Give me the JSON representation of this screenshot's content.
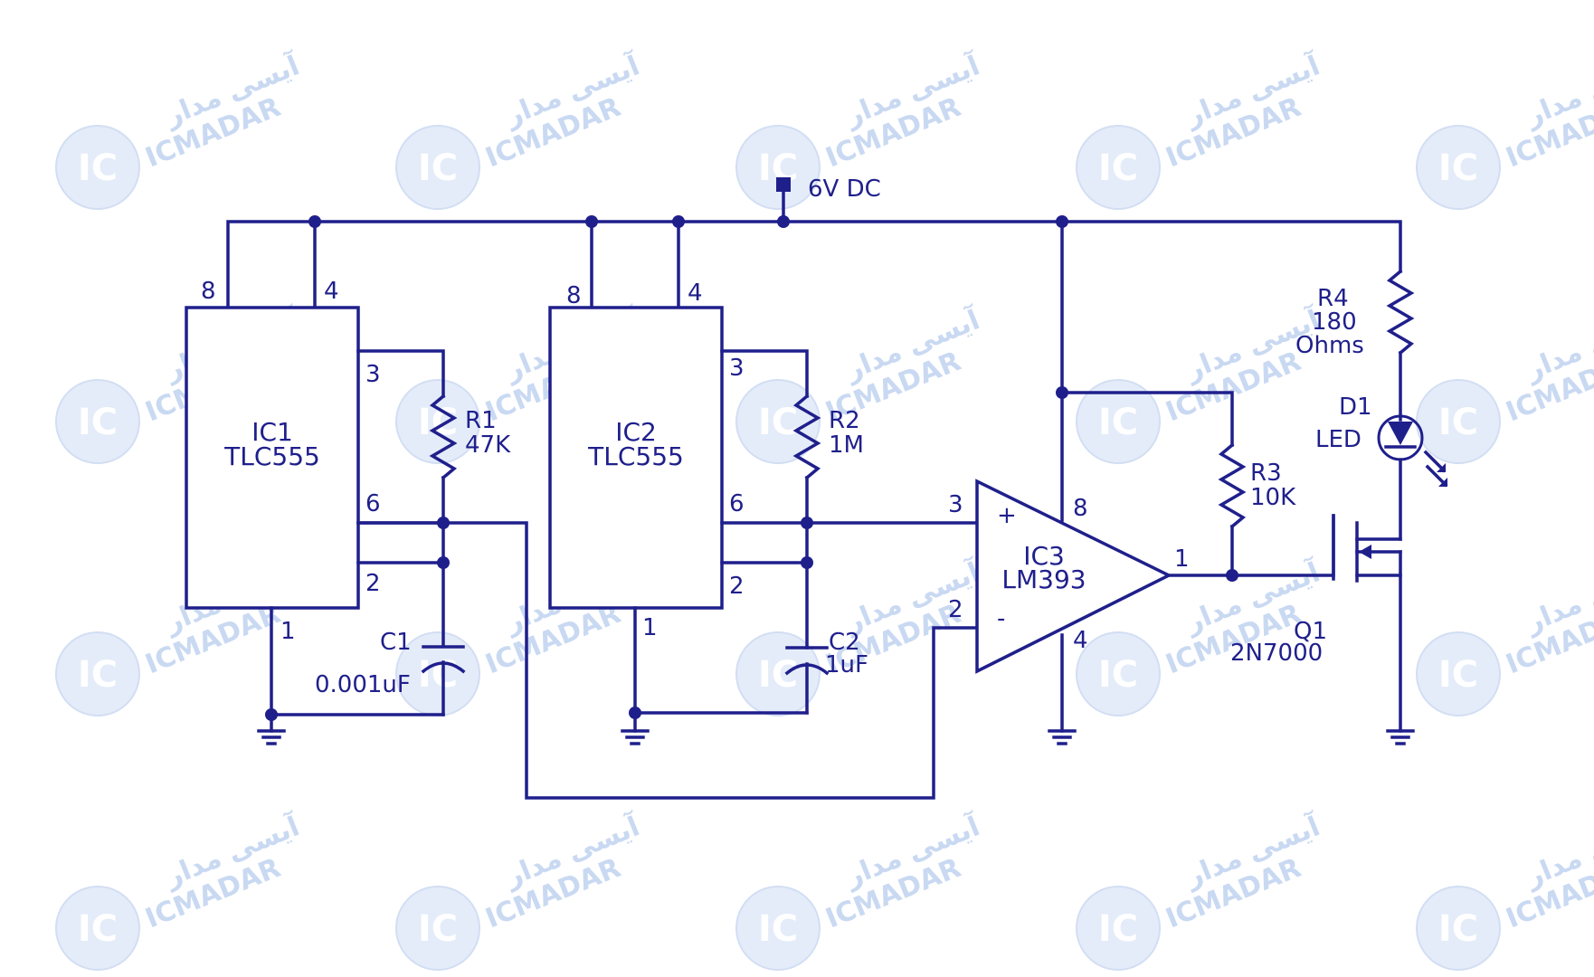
{
  "supply": {
    "label": "6V DC"
  },
  "ic1": {
    "name": "IC1",
    "part": "TLC555",
    "pin8": "8",
    "pin4": "4",
    "pin3": "3",
    "pin6": "6",
    "pin2": "2",
    "pin1": "1"
  },
  "ic2": {
    "name": "IC2",
    "part": "TLC555",
    "pin8": "8",
    "pin4": "4",
    "pin3": "3",
    "pin6": "6",
    "pin2": "2",
    "pin1": "1"
  },
  "ic3": {
    "name": "IC3",
    "part": "LM393",
    "pin3": "3",
    "pin2": "2",
    "pin8": "8",
    "pin4": "4",
    "pin1": "1",
    "plus": "+",
    "minus": "-"
  },
  "r1": {
    "name": "R1",
    "value": "47K"
  },
  "r2": {
    "name": "R2",
    "value": "1M"
  },
  "r3": {
    "name": "R3",
    "value": "10K"
  },
  "r4": {
    "name": "R4",
    "value_line1": "180",
    "value_line2": "Ohms"
  },
  "c1": {
    "name": "C1",
    "value": "0.001uF"
  },
  "c2": {
    "name": "C2",
    "value": "1uF"
  },
  "d1": {
    "name": "D1",
    "value": "LED"
  },
  "q1": {
    "name": "Q1",
    "value": "2N7000"
  },
  "watermark": {
    "latin": "ICMADAR",
    "persian": "آیسی مدار",
    "badge": "IC"
  },
  "colors": {
    "ink": "#1f1f8c",
    "watermark": "#c9d9f2"
  }
}
